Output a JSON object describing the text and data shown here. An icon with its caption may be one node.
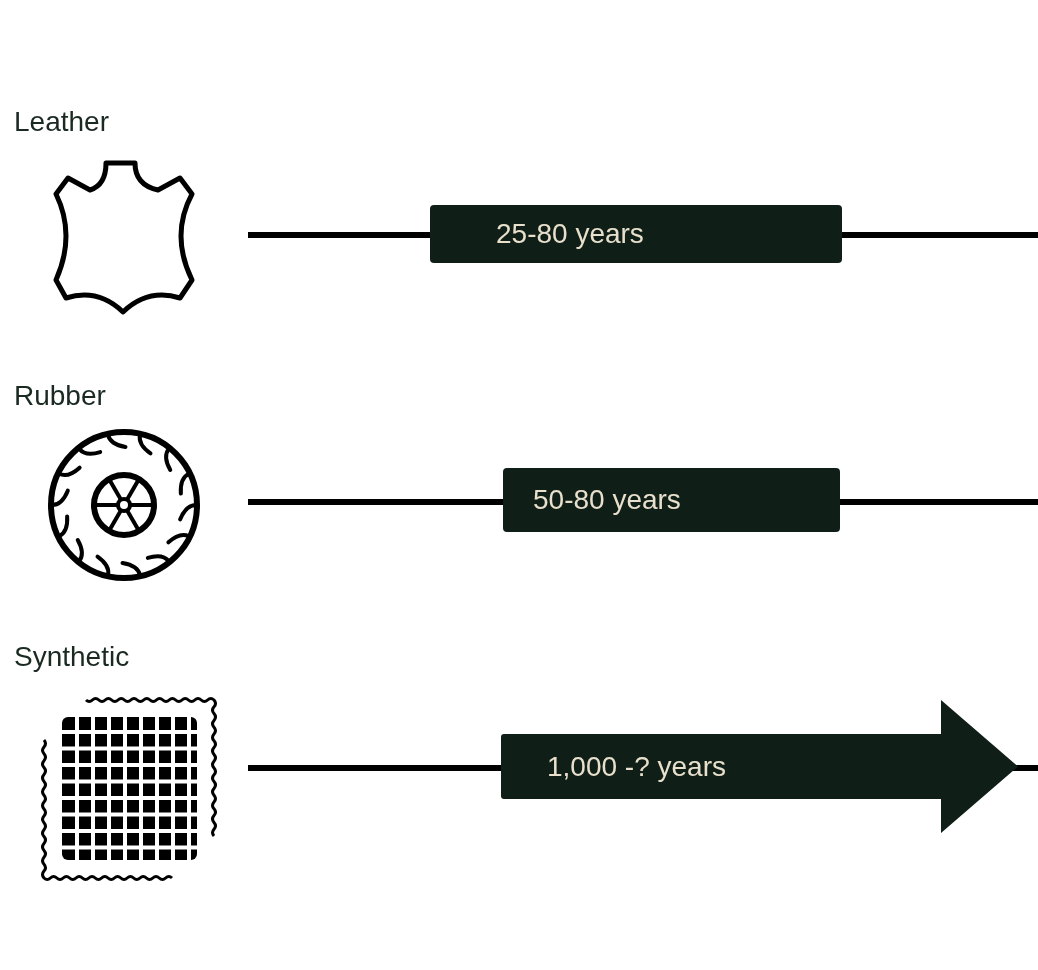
{
  "diagram": {
    "nodes": [
      {
        "text": [
          "25-80 years"
        ]
      },
      {
        "text": [
          "50-80 years"
        ]
      },
      {
        "text": [
          "1,000 -? years"
        ]
      }
    ],
    "labels": [
      "Leather",
      "Rubber",
      "Synthetic"
    ]
  }
}
